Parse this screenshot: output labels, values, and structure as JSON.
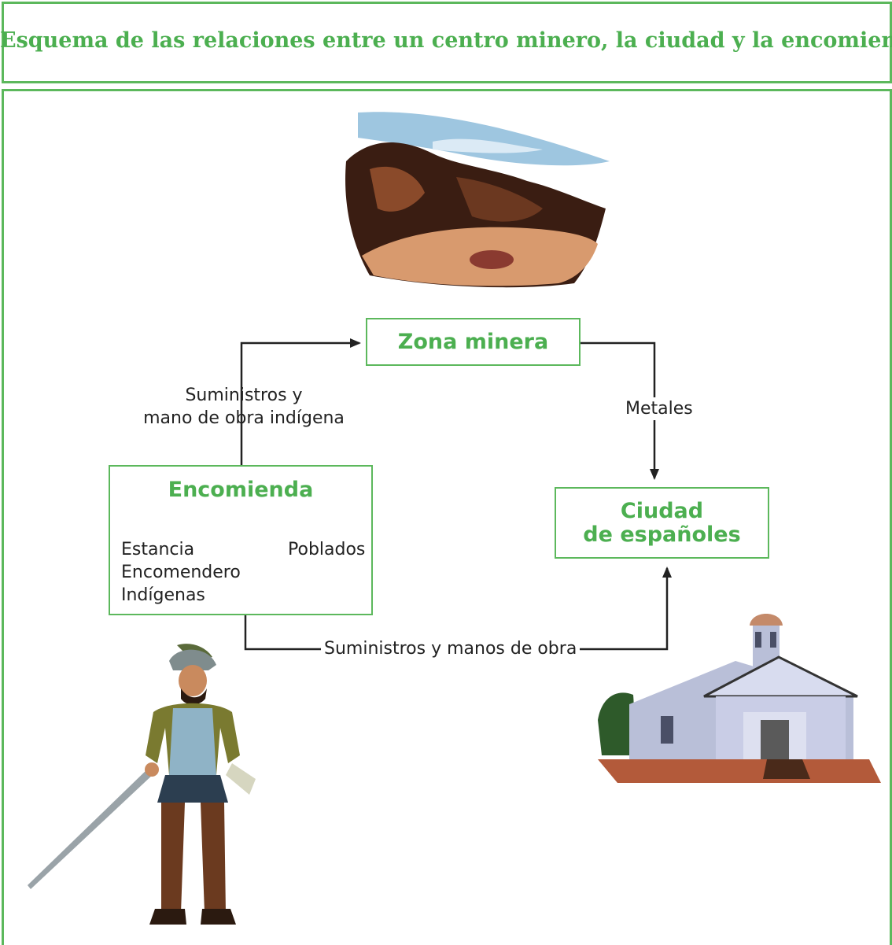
{
  "title": "Esquema de las relaciones entre un centro minero, la ciudad y la encomienda",
  "nodes": {
    "zona_minera": "Zona minera",
    "encomienda": "Encomienda",
    "ciudad_line1": "Ciudad",
    "ciudad_line2": "de españoles"
  },
  "encomienda_children": {
    "left": [
      "Estancia",
      "Encomendero",
      "Indígenas"
    ],
    "right": "Poblados"
  },
  "edges": {
    "encomienda_to_mina_line1": "Suministros y",
    "encomienda_to_mina_line2": "mano de obra indígena",
    "mina_to_ciudad": "Metales",
    "encomienda_to_ciudad": "Suministros y manos de obra"
  },
  "colors": {
    "accent": "#4caf50",
    "border": "#5cb85c"
  },
  "icons": [
    "mine-landscape-illustration",
    "conquistador-illustration",
    "church-illustration"
  ]
}
